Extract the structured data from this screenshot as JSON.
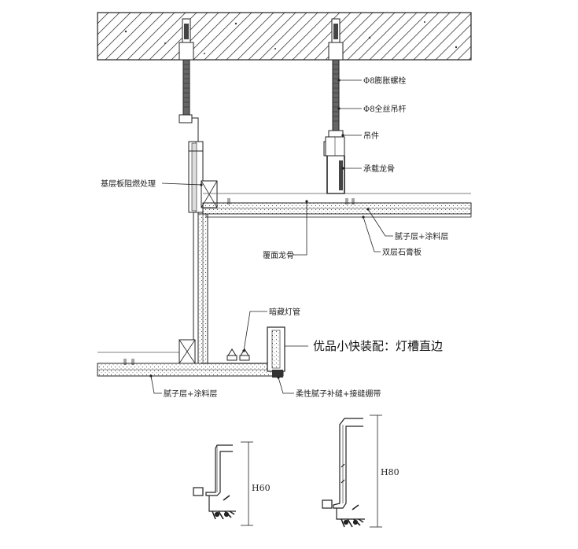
{
  "labels": {
    "expansion_bolt": "Φ8膨胀螺栓",
    "threaded_rod": "Φ8全丝吊杆",
    "hanger": "吊件",
    "main_keel": "承载龙骨",
    "fireproof_base": "基层板阻燃处理",
    "putty_paint_upper": "腻子层+涂料层",
    "double_gypsum": "双层石膏板",
    "cover_keel": "覆面龙骨",
    "hidden_lamp": "暗藏灯管",
    "product_title": "优品小快装配：灯槽直边",
    "putty_paint_lower": "腻子层+涂料层",
    "flexible_putty": "柔性腻子补缝+接缝绷带"
  },
  "profiles": {
    "h60": "H60",
    "h80": "H80"
  }
}
